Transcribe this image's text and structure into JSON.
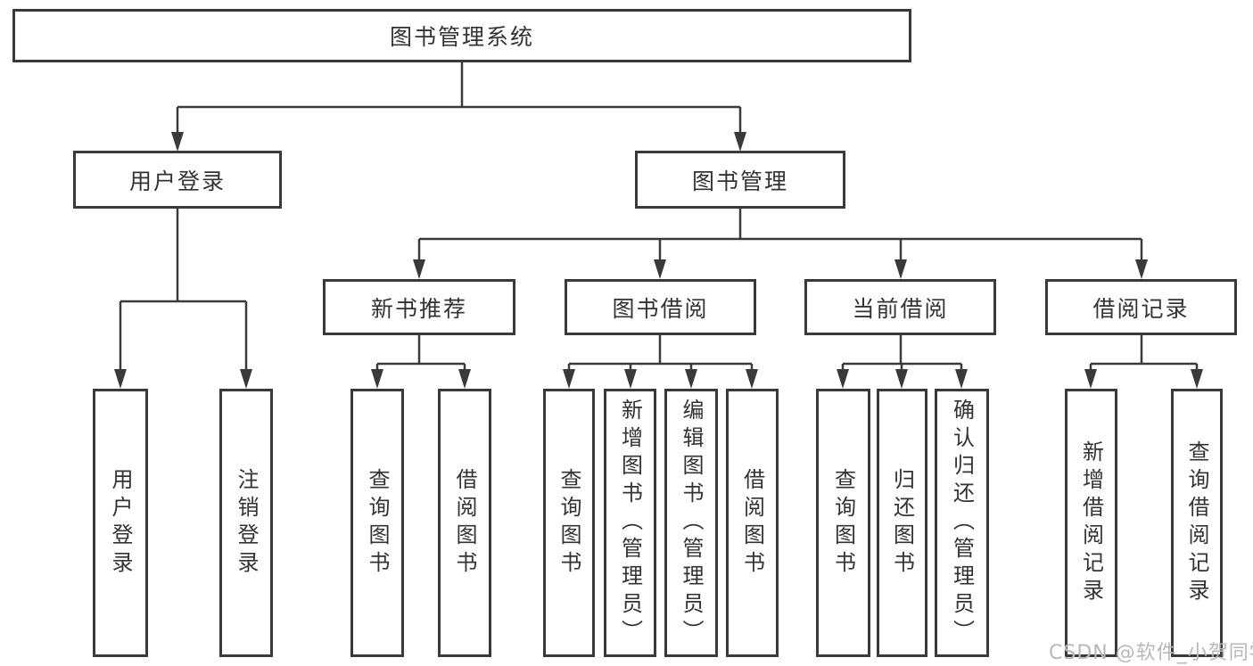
{
  "diagram_title": "图书管理系统",
  "nodes": {
    "root": "图书管理系统",
    "level2": [
      "用户登录",
      "图书管理"
    ],
    "level3": [
      "新书推荐",
      "图书借阅",
      "当前借阅",
      "借阅记录"
    ],
    "leaves": {
      "user_login": [
        "用户登录",
        "注销登录"
      ],
      "new_book": [
        "查询图书",
        "借阅图书"
      ],
      "book_borrow": [
        "查询图书",
        "新增图书（管理员）",
        "编辑图书（管理员）",
        "借阅图书"
      ],
      "current_borrow": [
        "查询图书",
        "归还图书",
        "确认归还（管理员）"
      ],
      "borrow_records": [
        "新增借阅记录",
        "查询借阅记录"
      ]
    }
  },
  "watermark": "CSDN @软件_小贺同学",
  "colors": {
    "line": "#3a3a3a",
    "text": "#333333",
    "watermark": "#b8b8b8",
    "background": "#ffffff"
  }
}
